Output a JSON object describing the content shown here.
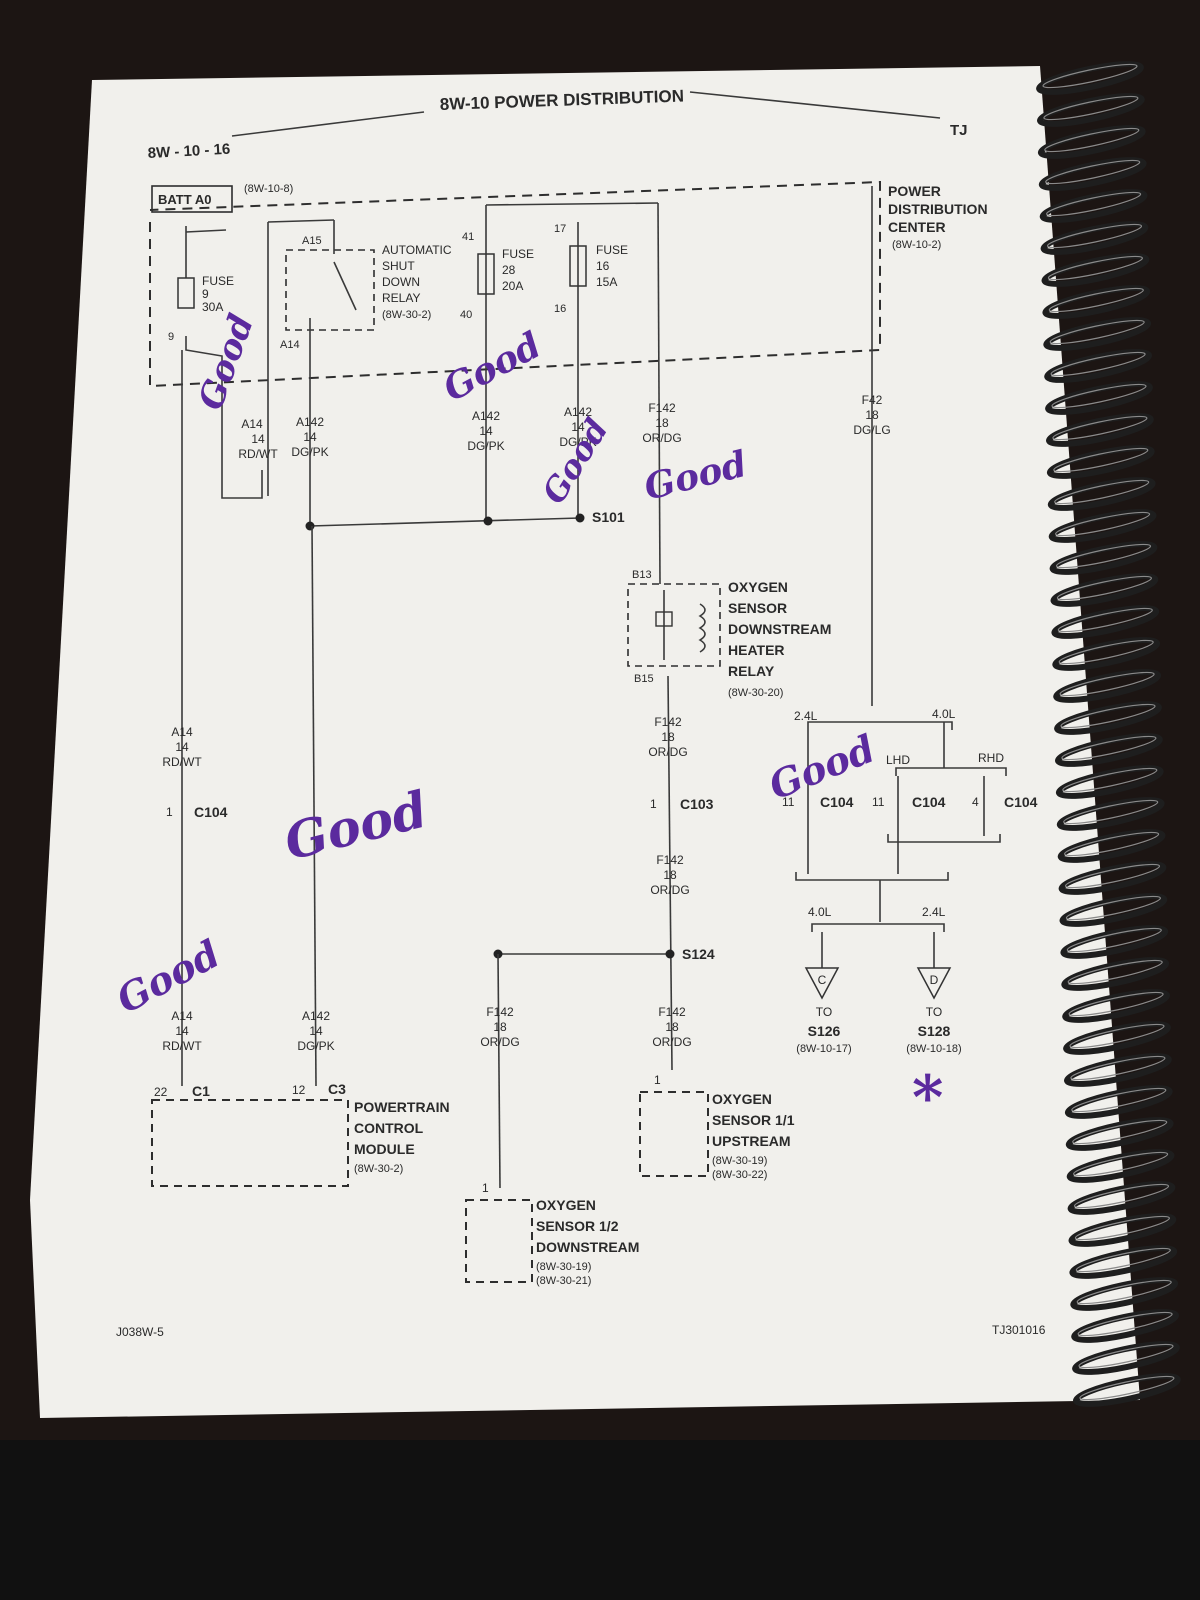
{
  "header": {
    "page_number": "8W - 10 - 16",
    "title": "8W-10 POWER DISTRIBUTION",
    "model": "TJ"
  },
  "footer": {
    "left_code": "J038W-5",
    "right_code": "TJ301016"
  },
  "pdc": {
    "batt_label": "BATT A0",
    "batt_ref": "(8W-10-8)",
    "title_lines": [
      "POWER",
      "DISTRIBUTION",
      "CENTER"
    ],
    "ref": "(8W-10-2)",
    "fuse9": {
      "lines": [
        "FUSE",
        "9",
        "30A"
      ],
      "pin": "9"
    },
    "relay": {
      "lines": [
        "AUTOMATIC",
        "SHUT",
        "DOWN",
        "RELAY"
      ],
      "ref": "(8W-30-2)",
      "pin_top": "A15",
      "pin_bottom": "A14"
    },
    "fuse28": {
      "lines": [
        "FUSE",
        "28",
        "20A"
      ],
      "pin_top": "41",
      "pin_bottom": "40"
    },
    "fuse16": {
      "lines": [
        "FUSE",
        "16",
        "15A"
      ],
      "pin_top": "17",
      "pin_bottom": "16"
    }
  },
  "wires": {
    "a14_top": [
      "A14",
      "14",
      "RD/WT"
    ],
    "a142_top": [
      "A142",
      "14",
      "DG/PK"
    ],
    "a142_f28": [
      "A142",
      "14",
      "DG/PK"
    ],
    "a142_f16": [
      "A142",
      "14",
      "DG/PK"
    ],
    "f142_top": [
      "F142",
      "18",
      "OR/DG"
    ],
    "f42": [
      "F42",
      "18",
      "DG/LG"
    ],
    "a14_mid": [
      "A14",
      "14",
      "RD/WT"
    ],
    "f142_mid1": [
      "F142",
      "18",
      "OR/DG"
    ],
    "f142_mid2": [
      "F142",
      "18",
      "OR/DG"
    ],
    "a14_bot": [
      "A14",
      "14",
      "RD/WT"
    ],
    "a142_bot": [
      "A142",
      "14",
      "DG/PK"
    ],
    "f142_left": [
      "F142",
      "18",
      "OR/DG"
    ],
    "f142_right": [
      "F142",
      "18",
      "OR/DG"
    ]
  },
  "splices": {
    "s101": "S101",
    "s124": "S124"
  },
  "o2_relay": {
    "lines": [
      "OXYGEN",
      "SENSOR",
      "DOWNSTREAM",
      "HEATER",
      "RELAY"
    ],
    "ref": "(8W-30-20)",
    "pin_top": "B13",
    "pin_bottom": "B15"
  },
  "connectors": {
    "c104_left": {
      "pin": "1",
      "name": "C104"
    },
    "c103": {
      "pin": "1",
      "name": "C103"
    },
    "c104_a": {
      "pin": "11",
      "name": "C104"
    },
    "c104_b": {
      "pin": "11",
      "name": "C104"
    },
    "c104_c": {
      "pin": "4",
      "name": "C104"
    },
    "c1": {
      "pin": "22",
      "name": "C1"
    },
    "c3": {
      "pin": "12",
      "name": "C3"
    }
  },
  "engine_options": {
    "top_left": "2.4L",
    "top_right": "4.0L",
    "lhd": "LHD",
    "rhd": "RHD",
    "bot_left": "4.0L",
    "bot_right": "2.4L"
  },
  "destinations": {
    "c_flag": "C",
    "d_flag": "D",
    "to_s126": {
      "to": "TO",
      "name": "S126",
      "ref": "(8W-10-17)"
    },
    "to_s128": {
      "to": "TO",
      "name": "S128",
      "ref": "(8W-10-18)"
    }
  },
  "pcm": {
    "lines": [
      "POWERTRAIN",
      "CONTROL",
      "MODULE"
    ],
    "ref": "(8W-30-2)"
  },
  "o2_upstream": {
    "pin": "1",
    "lines": [
      "OXYGEN",
      "SENSOR 1/1",
      "UPSTREAM"
    ],
    "refs": [
      "(8W-30-19)",
      "(8W-30-22)"
    ]
  },
  "o2_downstream": {
    "pin": "1",
    "lines": [
      "OXYGEN",
      "SENSOR 1/2",
      "DOWNSTREAM"
    ],
    "refs": [
      "(8W-30-19)",
      "(8W-30-21)"
    ]
  },
  "annotations": [
    "Good",
    "Good",
    "Good",
    "Good",
    "Good",
    "Good",
    "Good",
    "*"
  ],
  "colors": {
    "ink": "#2a2a2a",
    "handwriting": "#5b2a9e",
    "paper": "#f1f0ec"
  }
}
